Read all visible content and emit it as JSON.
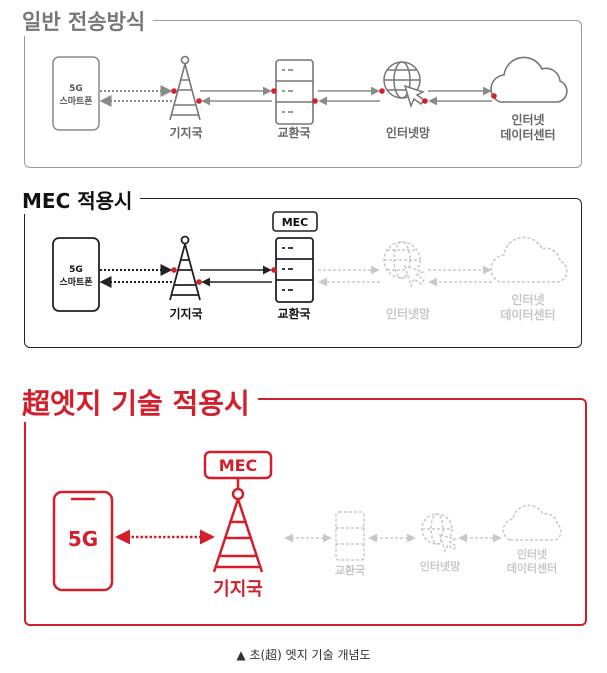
{
  "sections": [
    {
      "title": "일반 전송방식",
      "phone": [
        "5G",
        "스마트폰"
      ],
      "labels": [
        "기지국",
        "교환국",
        "인터넷망",
        "인터넷",
        "데이터센터"
      ]
    },
    {
      "title": "MEC 적용시",
      "phone": [
        "5G",
        "스마트폰"
      ],
      "mec": "MEC",
      "labels": [
        "기지국",
        "교환국",
        "인터넷망",
        "인터넷",
        "데이터센터"
      ]
    },
    {
      "title": "超엣지 기술 적용시",
      "phone": [
        "5G"
      ],
      "mec": "MEC",
      "labels": [
        "기지국",
        "교환국",
        "인터넷망",
        "인터넷",
        "데이터센터"
      ]
    }
  ],
  "caption": "▲ 초(超) 엣지 기술 개념도",
  "colors": {
    "red": "#d31f2b",
    "grey": "#8a8a8a",
    "light": "#c8c8c8",
    "dark": "#222222"
  }
}
